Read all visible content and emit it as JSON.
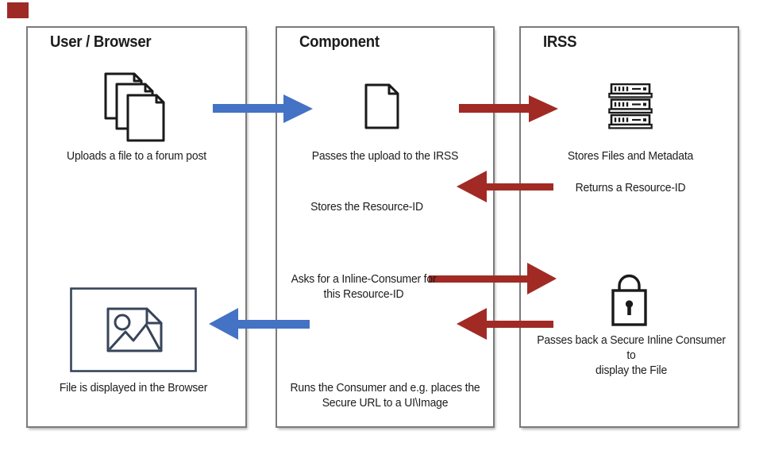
{
  "diagram": {
    "columns": [
      {
        "title": "User / Browser",
        "captions": {
          "upload": "Uploads a file to a forum post",
          "displayed": "File is displayed in the Browser"
        }
      },
      {
        "title": "Component",
        "captions": {
          "pass_upload": "Passes the upload to the IRSS",
          "store_rid": "Stores the Resource-ID",
          "ask_line1": "Asks for a Inline-Consumer for",
          "ask_line2": "this Resource-ID",
          "runs_line1": "Runs the Consumer and e.g. places the",
          "runs_line2": "Secure URL to a UI\\Image"
        }
      },
      {
        "title": "IRSS",
        "captions": {
          "store_files": "Stores Files and Metadata",
          "return_rid": "Returns a Resource-ID",
          "pass_back_line1": "Passes back a Secure Inline Consumer to",
          "pass_back_line2": "display the File"
        }
      }
    ],
    "arrows": [
      {
        "id": "upload-to-component",
        "direction": "right",
        "color": "#4472C4"
      },
      {
        "id": "upload-to-irss",
        "direction": "right",
        "color": "#A12A25"
      },
      {
        "id": "return-resource-id",
        "direction": "left",
        "color": "#A12A25"
      },
      {
        "id": "ask-inline-consumer",
        "direction": "right",
        "color": "#A12A25"
      },
      {
        "id": "pass-back-consumer",
        "direction": "left",
        "color": "#A12A25"
      },
      {
        "id": "display-in-browser",
        "direction": "left",
        "color": "#4472C4"
      }
    ],
    "icons": [
      "stacked-files",
      "document",
      "server",
      "lock",
      "image-placeholder"
    ],
    "colors": {
      "blue": "#4472C4",
      "red": "#A12A25",
      "box_border": "#7b7b7b",
      "icon": "#1a1a1a",
      "image_icon": "#374459",
      "text": "#1c1c1c",
      "artifact_red": "#9E2A25"
    }
  }
}
